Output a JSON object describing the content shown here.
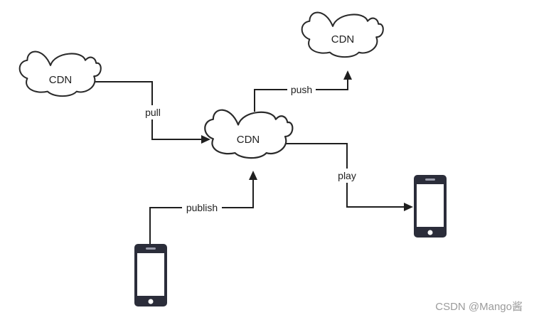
{
  "clouds": {
    "left": {
      "label": "CDN"
    },
    "center": {
      "label": "CDN"
    },
    "top": {
      "label": "CDN"
    }
  },
  "edges": {
    "pull": {
      "label": "pull"
    },
    "push": {
      "label": "push"
    },
    "publish": {
      "label": "publish"
    },
    "play": {
      "label": "play"
    }
  },
  "devices": {
    "publisher": {
      "icon": "smartphone-icon"
    },
    "player": {
      "icon": "smartphone-icon"
    }
  },
  "watermark": "CSDN @Mango酱",
  "colors": {
    "stroke": "#1f1f1f",
    "phone": "#2b2d3a",
    "watermark": "#9b9b9b"
  }
}
